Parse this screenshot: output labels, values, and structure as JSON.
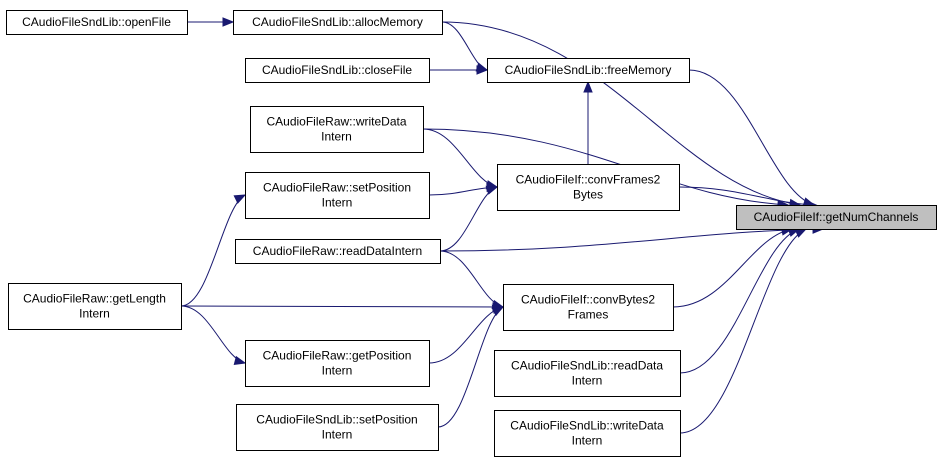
{
  "nodes": {
    "openFile": [
      "CAudioFileSndLib::openFile"
    ],
    "allocMemory": [
      "CAudioFileSndLib::allocMemory"
    ],
    "closeFile": [
      "CAudioFileSndLib::closeFile"
    ],
    "freeMemory": [
      "CAudioFileSndLib::freeMemory"
    ],
    "writeDataIntern": [
      "CAudioFileRaw::writeData",
      "Intern"
    ],
    "setPositionInternRaw": [
      "CAudioFileRaw::setPosition",
      "Intern"
    ],
    "convFrames2Bytes": [
      "CAudioFileIf::convFrames2",
      "Bytes"
    ],
    "getNumChannels": [
      "CAudioFileIf::getNumChannels"
    ],
    "readDataIntern": [
      "CAudioFileRaw::readDataIntern"
    ],
    "getLengthIntern": [
      "CAudioFileRaw::getLength",
      "Intern"
    ],
    "convBytes2Frames": [
      "CAudioFileIf::convBytes2",
      "Frames"
    ],
    "getPositionIntern": [
      "CAudioFileRaw::getPosition",
      "Intern"
    ],
    "readDataSndLib": [
      "CAudioFileSndLib::readData",
      "Intern"
    ],
    "setPositionSndLib": [
      "CAudioFileSndLib::setPosition",
      "Intern"
    ],
    "writeDataSndLib": [
      "CAudioFileSndLib::writeData",
      "Intern"
    ]
  },
  "highlighted_node": "getNumChannels",
  "edges": [
    {
      "from": "openFile",
      "to": "allocMemory"
    },
    {
      "from": "allocMemory",
      "to": "freeMemory"
    },
    {
      "from": "allocMemory",
      "to": "getNumChannels"
    },
    {
      "from": "closeFile",
      "to": "freeMemory"
    },
    {
      "from": "freeMemory",
      "to": "getNumChannels"
    },
    {
      "from": "writeDataIntern",
      "to": "convFrames2Bytes"
    },
    {
      "from": "writeDataIntern",
      "to": "getNumChannels"
    },
    {
      "from": "convFrames2Bytes",
      "to": "freeMemory"
    },
    {
      "from": "setPositionInternRaw",
      "to": "convFrames2Bytes"
    },
    {
      "from": "readDataIntern",
      "to": "convFrames2Bytes"
    },
    {
      "from": "convFrames2Bytes",
      "to": "getNumChannels"
    },
    {
      "from": "readDataIntern",
      "to": "getNumChannels"
    },
    {
      "from": "getLengthIntern",
      "to": "setPositionInternRaw"
    },
    {
      "from": "readDataIntern",
      "to": "convBytes2Frames"
    },
    {
      "from": "getLengthIntern",
      "to": "convBytes2Frames"
    },
    {
      "from": "getPositionIntern",
      "to": "convBytes2Frames"
    },
    {
      "from": "getLengthIntern",
      "to": "getPositionIntern"
    },
    {
      "from": "setPositionSndLib",
      "to": "convBytes2Frames"
    },
    {
      "from": "convBytes2Frames",
      "to": "getNumChannels"
    },
    {
      "from": "readDataSndLib",
      "to": "getNumChannels"
    },
    {
      "from": "writeDataSndLib",
      "to": "getNumChannels"
    }
  ],
  "colors": {
    "edge": "#191970",
    "highlight_fill": "#bfbfbf",
    "box_stroke": "#000000"
  }
}
